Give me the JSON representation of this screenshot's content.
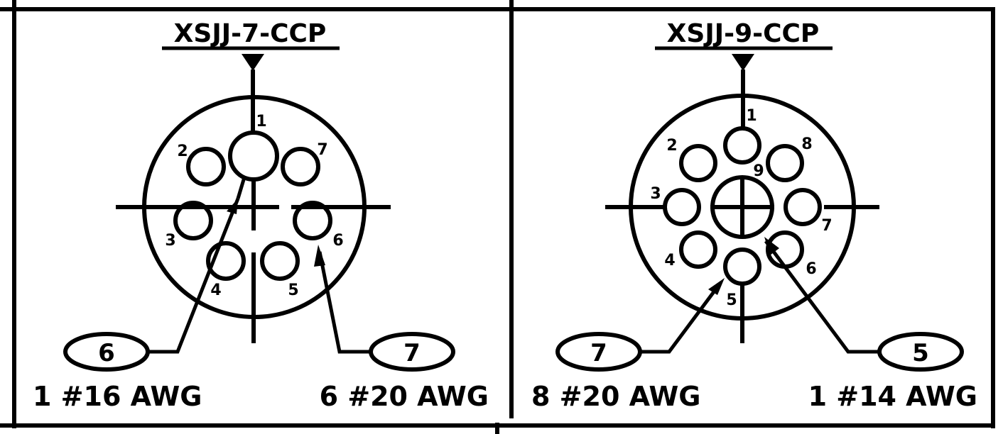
{
  "connectors": [
    {
      "title": "XSJJ-7-CCP",
      "pins": [
        "1",
        "2",
        "7",
        "3",
        "6",
        "4",
        "5"
      ],
      "callouts": [
        {
          "number": "6",
          "wire": "1 #16 AWG"
        },
        {
          "number": "7",
          "wire": "6 #20 AWG"
        }
      ]
    },
    {
      "title": "XSJJ-9-CCP",
      "pins": [
        "1",
        "2",
        "8",
        "9",
        "3",
        "7",
        "4",
        "6",
        "5"
      ],
      "callouts": [
        {
          "number": "7",
          "wire": "8 #20 AWG"
        },
        {
          "number": "5",
          "wire": "1 #14 AWG"
        }
      ]
    }
  ]
}
